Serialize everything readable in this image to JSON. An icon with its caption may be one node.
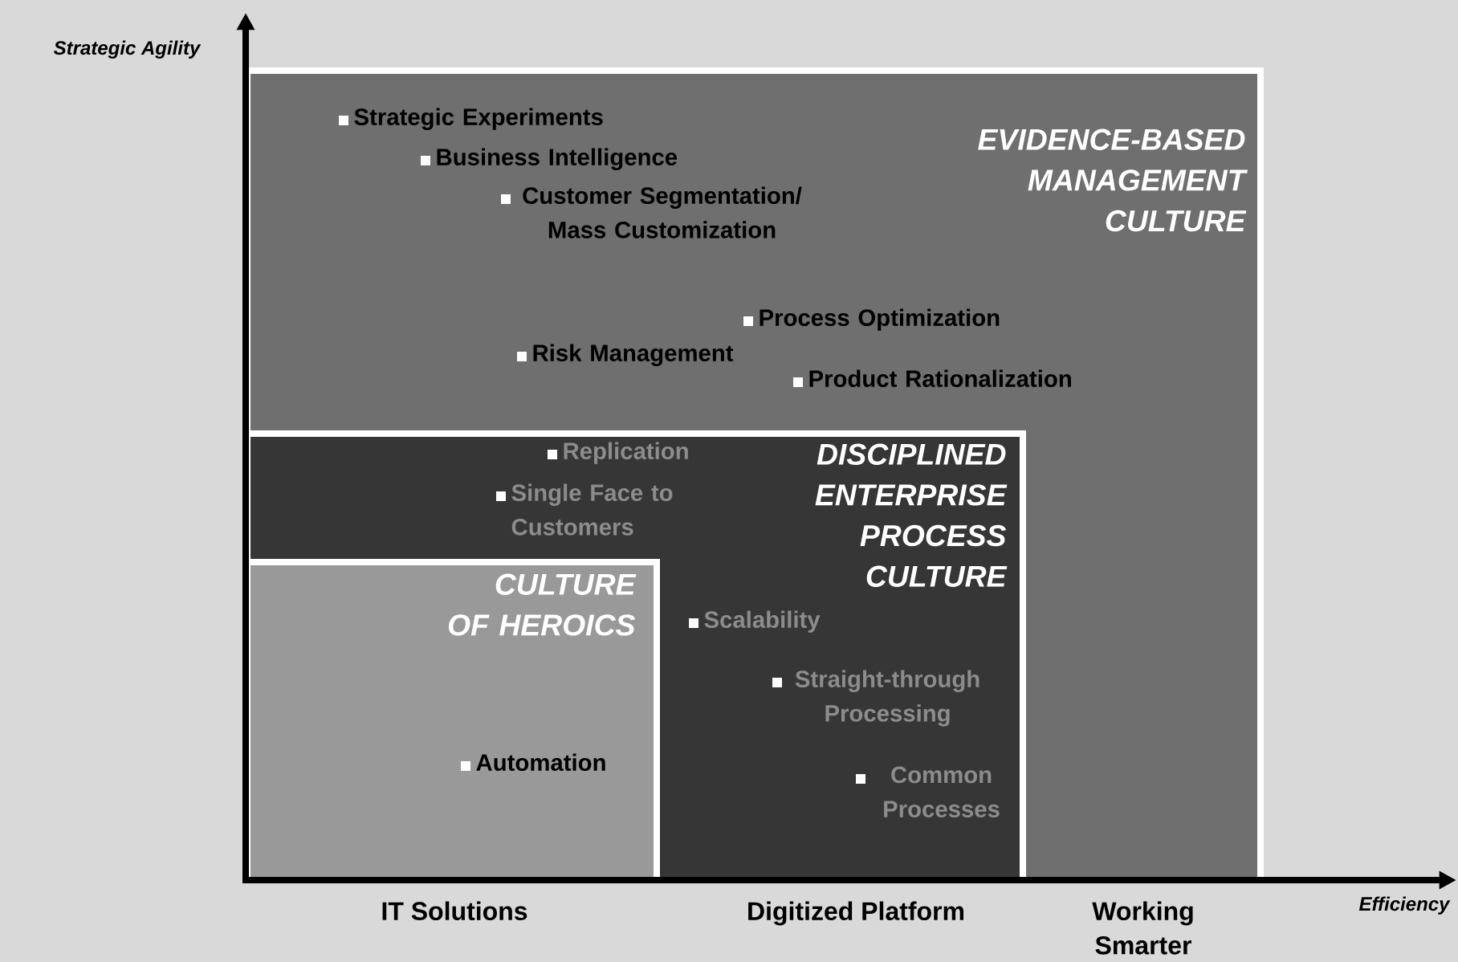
{
  "diagram": {
    "nodes": [
      {
        "text": [
          "EVIDENCE-BASED MANAGEMENT CULTURE",
          "Strategic Experiments",
          "Business Intelligence",
          "Customer Segmentation/ Mass Customization",
          "Process Optimization",
          "Risk Management",
          "Product Rationalization"
        ]
      },
      {
        "text": [
          "DISCIPLINED ENTERPRISE PROCESS CULTURE",
          "Replication",
          "Single Face to Customers",
          "Scalability",
          "Straight-through Processing",
          "Common Processes"
        ],
        "in": 0
      },
      {
        "text": [
          "CULTURE OF HEROICS",
          "Automation"
        ],
        "in": 1
      }
    ],
    "labels": [
      "Strategic Agility",
      "IT Solutions",
      "Digitized Platform",
      "Working Smarter",
      "Efficiency"
    ]
  }
}
